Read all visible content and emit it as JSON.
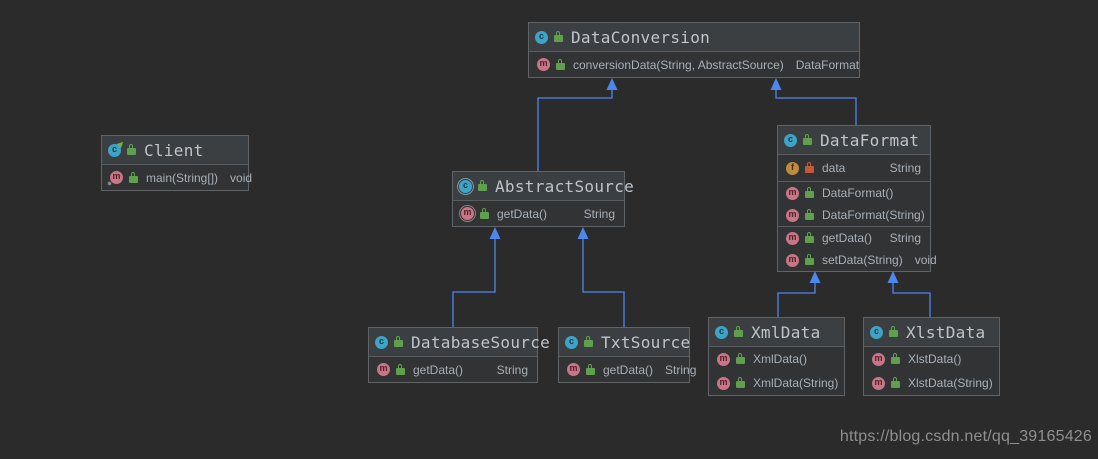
{
  "canvas": {
    "background": "#2b2b2b"
  },
  "watermark": "https://blog.csdn.net/qq_39165426",
  "icons": {
    "class_glyph": "c",
    "method_glyph": "m",
    "field_glyph": "f"
  },
  "colors": {
    "background": "#2b2b2b",
    "box_header": "#3c3f41",
    "box_body": "#313335",
    "box_border": "#616467",
    "edge_blue": "#4d87ed",
    "class_icon": "#3fa3c6",
    "method_icon": "#c77686",
    "field_icon": "#be8c40",
    "public_lock": "#5f9f4d",
    "private_lock": "#c2593a",
    "title_text": "#bec5cb",
    "member_text": "#a9b1b8"
  },
  "classes": {
    "dataConversion": {
      "title": "DataConversion",
      "methods": [
        {
          "label": "conversionData(String, AbstractSource)",
          "type": "DataFormat"
        }
      ]
    },
    "client": {
      "title": "Client",
      "methods": [
        {
          "label": "main(String[])",
          "type": "void"
        }
      ]
    },
    "abstractSource": {
      "title": "AbstractSource",
      "methods": [
        {
          "label": "getData()",
          "type": "String"
        }
      ]
    },
    "dataFormat": {
      "title": "DataFormat",
      "fields": [
        {
          "label": "data",
          "type": "String"
        }
      ],
      "constructors": [
        {
          "label": "DataFormat()"
        },
        {
          "label": "DataFormat(String)"
        }
      ],
      "methods": [
        {
          "label": "getData()",
          "type": "String"
        },
        {
          "label": "setData(String)",
          "type": "void"
        }
      ]
    },
    "databaseSource": {
      "title": "DatabaseSource",
      "methods": [
        {
          "label": "getData()",
          "type": "String"
        }
      ]
    },
    "txtSource": {
      "title": "TxtSource",
      "methods": [
        {
          "label": "getData()",
          "type": "String"
        }
      ]
    },
    "xmlData": {
      "title": "XmlData",
      "constructors": [
        {
          "label": "XmlData()"
        },
        {
          "label": "XmlData(String)"
        }
      ]
    },
    "xlstData": {
      "title": "XlstData",
      "constructors": [
        {
          "label": "XlstData()"
        },
        {
          "label": "XlstData(String)"
        }
      ]
    }
  },
  "edges": {
    "description": "generalization/dependency arrows, solid blue, hollow-free filled triangle heads pointing at parent",
    "list": [
      {
        "from": "AbstractSource",
        "to": "DataConversion"
      },
      {
        "from": "DataFormat",
        "to": "DataConversion"
      },
      {
        "from": "DatabaseSource",
        "to": "AbstractSource"
      },
      {
        "from": "TxtSource",
        "to": "AbstractSource"
      },
      {
        "from": "XmlData",
        "to": "DataFormat"
      },
      {
        "from": "XlstData",
        "to": "DataFormat"
      }
    ]
  }
}
